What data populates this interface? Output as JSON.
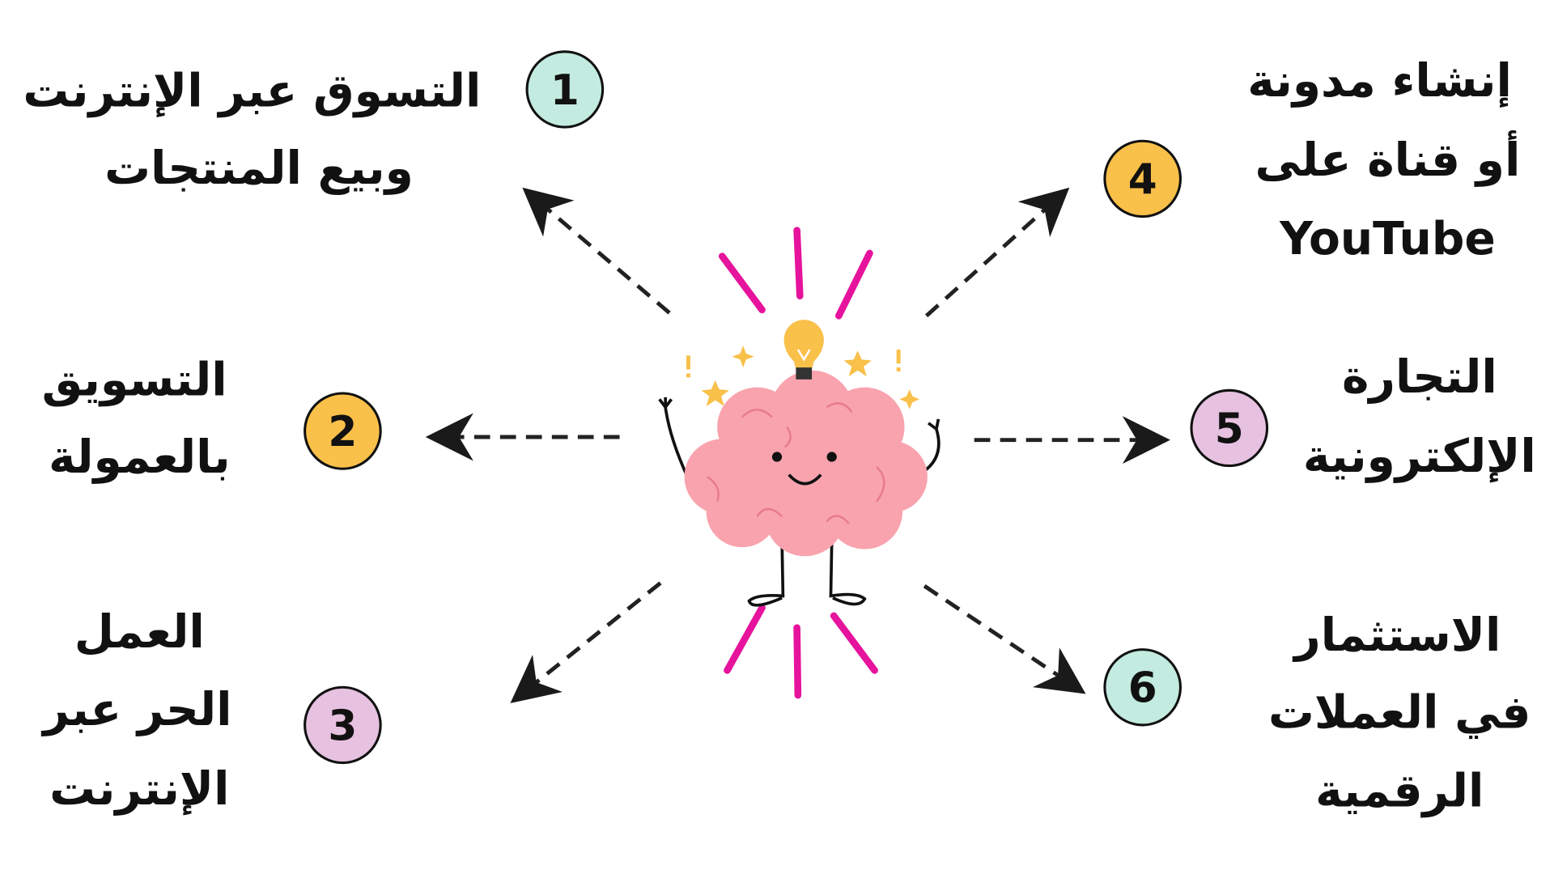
{
  "colors": {
    "teal": "#c3ebe0",
    "yellow": "#f9c04a",
    "lavender": "#e6c1e0",
    "ray": "#e6139d",
    "brain": "#f9a3ae"
  },
  "items": [
    {
      "number": "1",
      "lines": [
        "التسوق عبر الإنترنت",
        "وبيع المنتجات"
      ]
    },
    {
      "number": "2",
      "lines": [
        "التسويق",
        "بالعمولة"
      ]
    },
    {
      "number": "3",
      "lines": [
        "العمل",
        "الحر عبر",
        "الإنترنت"
      ]
    },
    {
      "number": "4",
      "lines": [
        "إنشاء مدونة",
        "أو قناة على",
        "YouTube"
      ]
    },
    {
      "number": "5",
      "lines": [
        "التجارة",
        "الإلكترونية"
      ]
    },
    {
      "number": "6",
      "lines": [
        "الاستثمار",
        "في العملات",
        "الرقمية"
      ]
    }
  ]
}
